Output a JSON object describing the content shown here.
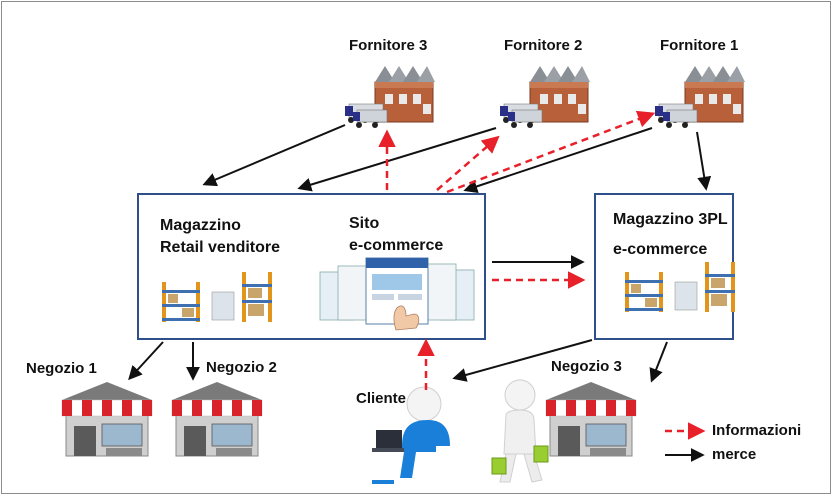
{
  "suppliers": [
    {
      "label": "Fornitore 3"
    },
    {
      "label": "Fornitore 2"
    },
    {
      "label": "Fornitore 1"
    }
  ],
  "retail_box": {
    "line1": "Magazzino",
    "line2": "Retail venditore",
    "site_line1": "Sito",
    "site_line2": "e-commerce"
  },
  "tpl_box": {
    "line1": "Magazzino 3PL",
    "line2": "e-commerce"
  },
  "stores": [
    {
      "label": "Negozio 1"
    },
    {
      "label": "Negozio 2"
    },
    {
      "label": "Negozio 3"
    }
  ],
  "customer": {
    "label": "Cliente"
  },
  "legend": {
    "info_label": "Informazioni",
    "goods_label": "merce",
    "info_color": "#e8202a",
    "goods_color": "#111111"
  }
}
